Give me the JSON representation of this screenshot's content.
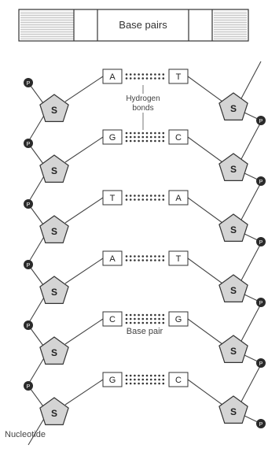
{
  "header": {
    "label": "Base pairs"
  },
  "annotations": {
    "hydrogen_bonds": "Hydrogen bonds",
    "base_pair": "Base pair"
  },
  "sugar_label": "S",
  "phosphate_label": "P",
  "pairs": [
    {
      "left": "A",
      "right": "T",
      "bond_rows": 2
    },
    {
      "left": "G",
      "right": "C",
      "bond_rows": 3
    },
    {
      "left": "T",
      "right": "A",
      "bond_rows": 2
    },
    {
      "left": "A",
      "right": "T",
      "bond_rows": 2
    },
    {
      "left": "C",
      "right": "G",
      "bond_rows": 3
    },
    {
      "left": "G",
      "right": "C",
      "bond_rows": 3
    }
  ],
  "caption": "Nucleotide"
}
